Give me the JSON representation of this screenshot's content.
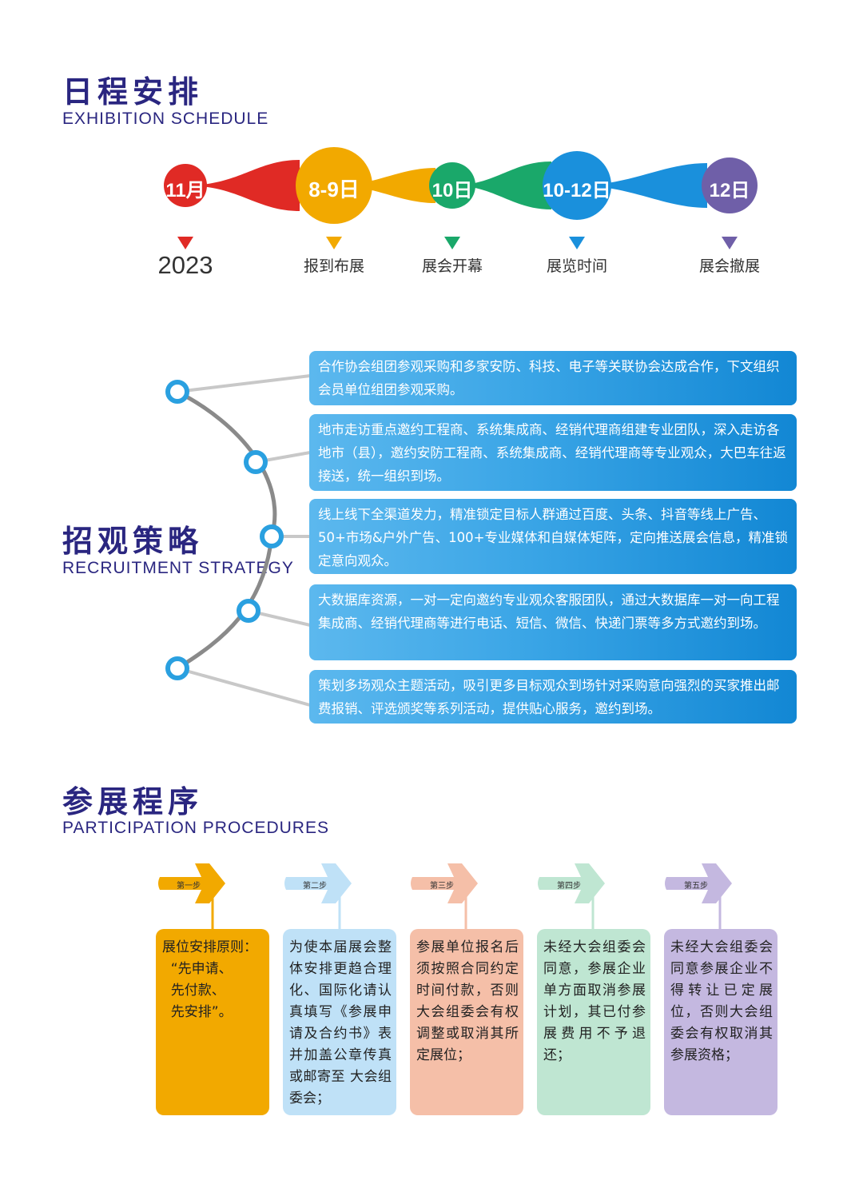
{
  "schedule": {
    "title_cn": "日程安排",
    "title_en": "EXHIBITION  SCHEDULE",
    "year": "2023",
    "nodes": [
      {
        "text": "11月",
        "label": "",
        "color": "#e02a25"
      },
      {
        "text": "8-9日",
        "label": "报到布展",
        "color": "#f2a900"
      },
      {
        "text": "10日",
        "label": "展会开幕",
        "color": "#1aa86a"
      },
      {
        "text": "10-12日",
        "label": "展览时间",
        "color": "#1a90dc"
      },
      {
        "text": "12日",
        "label": "展会撤展",
        "color": "#6f5fa8"
      }
    ]
  },
  "strategy": {
    "title_cn": "招观策略",
    "title_en": "RECRUITMENT STRATEGY",
    "items": [
      "合作协会组团参观采购和多家安防、科技、电子等关联协会达成合作，下文组织会员单位组团参观采购。",
      "地市走访重点邀约工程商、系统集成商、经销代理商组建专业团队，深入走访各地市（县），邀约安防工程商、系统集成商、经销代理商等专业观众，大巴车往返接送，统一组织到场。",
      "线上线下全渠道发力，精准锁定目标人群通过百度、头条、抖音等线上广告、50+市场&户外广告、100+专业媒体和自媒体矩阵，定向推送展会信息，精准锁定意向观众。",
      " 大数据库资源，一对一定向邀约专业观众客服团队，通过大数据库一对一向工程集成商、经销代理商等进行电话、短信、微信、快递门票等多方式邀约到场。",
      "策划多场观众主题活动，吸引更多目标观众到场针对采购意向强烈的买家推出邮费报销、评选颁奖等系列活动，提供贴心服务，邀约到场。"
    ]
  },
  "procedures": {
    "title_cn": "参展程序",
    "title_en": "PARTICIPATION  PROCEDURES",
    "steps": [
      {
        "tag": "第一步",
        "text": "展位安排原则：\n  “先申请、\n  先付款、\n  先安排”。",
        "color": "#f2a900",
        "arrow": "#f2a900"
      },
      {
        "tag": "第二步",
        "text": "为使本届展会整体安排更趋合理化、国际化请认真填写《参展申请及合约书》表并加盖公章传真或邮寄至 大会组委会；",
        "color": "#bfe1f7",
        "arrow": "#bfe1f7"
      },
      {
        "tag": "第三步",
        "text": "参展单位报名后须按照合同约定时间付款，否则大会组委会有权调整或取消其所定展位；",
        "color": "#f5bfa8",
        "arrow": "#f5bfa8"
      },
      {
        "tag": "第四步",
        "text": "未经大会组委会同意，参展企业单方面取消参展计划，其已付参展费用不予退还；",
        "color": "#bfe6d2",
        "arrow": "#bfe6d2"
      },
      {
        "tag": "第五步",
        "text": "未经大会组委会同意参展企业不得转让已定展位，否则大会组委会有权取消其参展资格；",
        "color": "#c4b8e0",
        "arrow": "#c4b8e0"
      }
    ]
  }
}
